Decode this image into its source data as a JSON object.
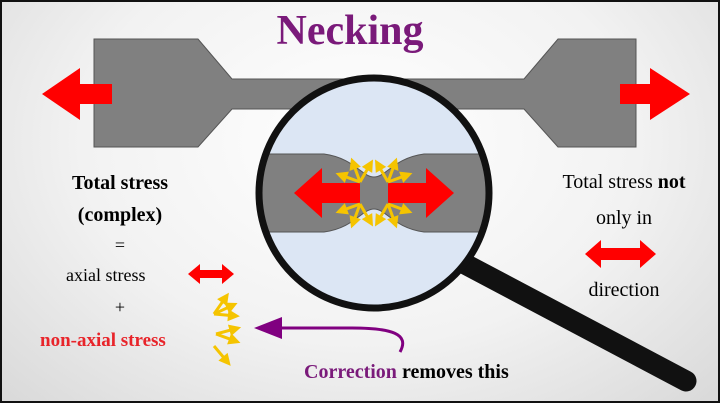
{
  "title": "Necking",
  "left_text": {
    "line1": "Total stress",
    "line2": "(complex)",
    "equals": "=",
    "axial": "axial stress",
    "plus": "+",
    "non_axial": "non-axial stress"
  },
  "right_text": {
    "line1_prefix": "Total stress ",
    "line1_bold": "not",
    "line2": "only in",
    "line3": "direction"
  },
  "bottom_text": {
    "correction": "Correction",
    "rest": " removes this"
  },
  "colors": {
    "title": "#7a1a7a",
    "specimen": "#808080",
    "axial_arrow": "#ff0000",
    "non_axial_arrow": "#f5c400",
    "correction_arrow": "#800080",
    "lens": "#dce6f4"
  },
  "icons": [
    "double-headed-arrow-icon",
    "magnifying-glass-icon",
    "curved-arrow-icon"
  ]
}
